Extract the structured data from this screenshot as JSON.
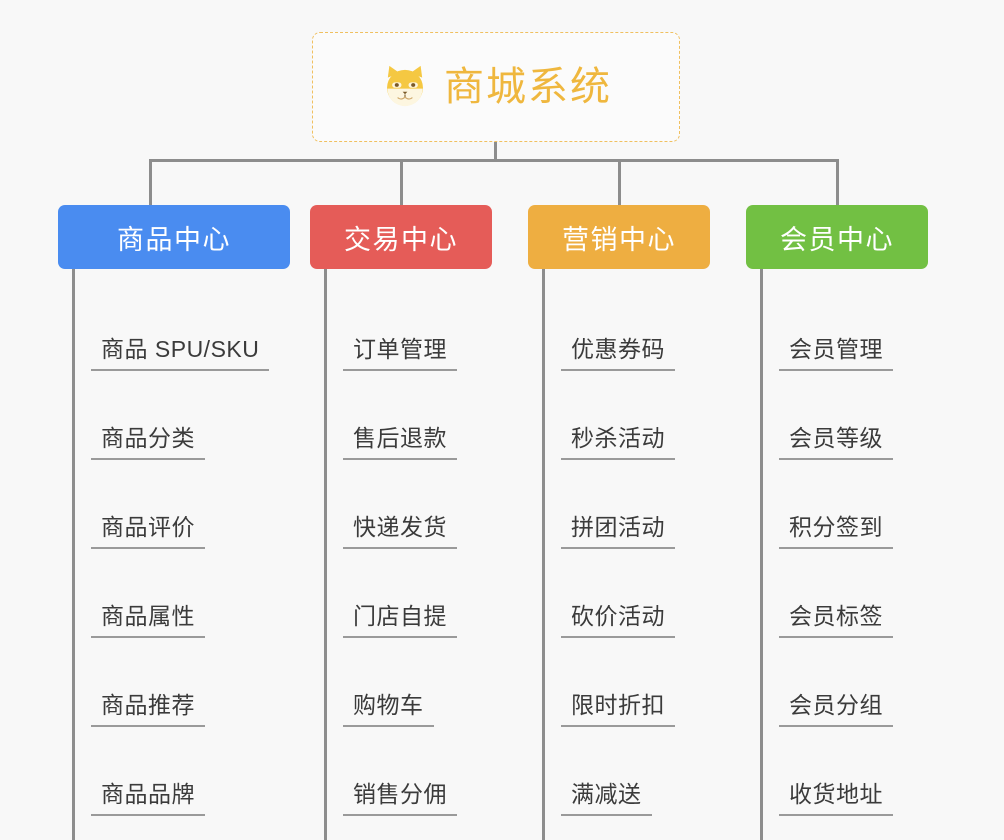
{
  "root": {
    "title": "商城系统",
    "icon": "shiba-dog-face-icon",
    "text_color": "#efb73e",
    "border_color": "#f0c060"
  },
  "connector_color": "#8d8d8d",
  "background": "#f8f8f8",
  "branches": [
    {
      "label": "商品中心",
      "color": "#4a8cf0",
      "items": [
        "商品 SPU/SKU",
        "商品分类",
        "商品评价",
        "商品属性",
        "商品推荐",
        "商品品牌"
      ]
    },
    {
      "label": "交易中心",
      "color": "#e55c58",
      "items": [
        "订单管理",
        "售后退款",
        "快递发货",
        "门店自提",
        "购物车",
        "销售分佣"
      ]
    },
    {
      "label": "营销中心",
      "color": "#eeae41",
      "items": [
        "优惠券码",
        "秒杀活动",
        "拼团活动",
        "砍价活动",
        "限时折扣",
        "满减送"
      ]
    },
    {
      "label": "会员中心",
      "color": "#72c043",
      "items": [
        "会员管理",
        "会员等级",
        "积分签到",
        "会员标签",
        "会员分组",
        "收货地址"
      ]
    }
  ]
}
